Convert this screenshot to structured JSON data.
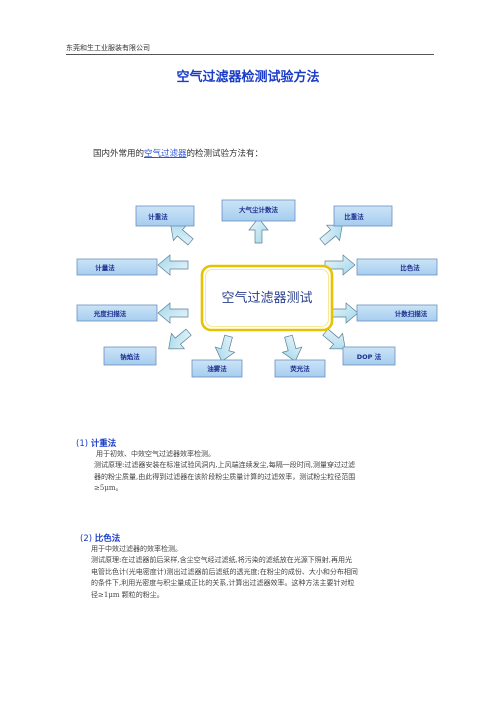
{
  "header": {
    "company": "东莞和生工业服装有限公司"
  },
  "title": "空气过滤器检测试验方法",
  "intro": {
    "before": "国内外常用的",
    "link": "空气过滤器",
    "after": "的检测试验方法有："
  },
  "diagram": {
    "center": "空气过滤器测试",
    "methods": {
      "top": "大气尘计数法",
      "top_left": "计重法",
      "top_right": "比重法",
      "left_upper": "计量法",
      "right_upper": "比色法",
      "left_lower": "光度扫描法",
      "right_lower": "计数扫描法",
      "bottom_left": "钠焰法",
      "bottom_mid_left": "油雾法",
      "bottom_mid_right": "荧光法",
      "bottom_right": "DOP 法"
    },
    "colors": {
      "box_fill": "#b3d7f2",
      "box_border": "#6c8fc0",
      "label": "#1d2e8f",
      "center_border": "#f0c800",
      "center_text": "#2a3f8c"
    }
  },
  "sections": [
    {
      "num": "(1)",
      "name": "计重法",
      "lines": [
        "用于初效、中效空气过滤器效率检测。",
        "测试原理:过滤器安装在标准试验风洞内,上风端连续发尘,每隔一段时间,测量穿过过滤",
        "器的粉尘质量,由此得到过滤器在该阶段粉尘质量计算的过滤效率，测试粉尘粒径范围",
        "≥5μm。"
      ]
    },
    {
      "num": "(2)",
      "name": "比色法",
      "lines": [
        "用于中效过滤器的效率检测。",
        "测试原理:在过滤器前后采样,含尘空气经过滤纸,将污染的滤纸放在光源下照射,再用光",
        "电管比色计(光电密度计)测出过滤器前后滤纸的透光度;在粉尘的成份、大小和分布相同",
        "的条件下,利用光密度与积尘量成正比的关系,计算出过滤器效率。这种方法主要针对粒",
        "径≥1μm 颗粒的粉尘。"
      ]
    }
  ]
}
